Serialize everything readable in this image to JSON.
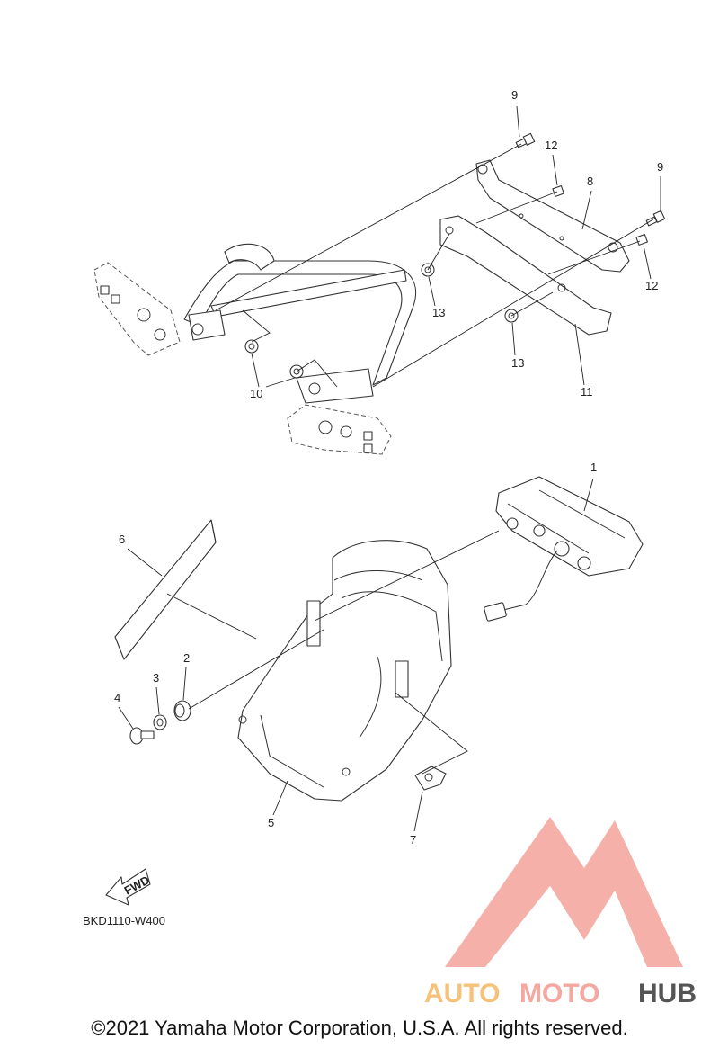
{
  "callouts": {
    "c1": "1",
    "c2": "2",
    "c3": "3",
    "c4": "4",
    "c5": "5",
    "c6": "6",
    "c7": "7",
    "c8": "8",
    "c9a": "9",
    "c9b": "9",
    "c10": "10",
    "c11": "11",
    "c12a": "12",
    "c12b": "12",
    "c13a": "13",
    "c13b": "13"
  },
  "fwd_label": "FWD",
  "diagram_code": "BKD1110-W400",
  "logo": {
    "part1": "AUTO",
    "part2": "MOTO",
    "part3": "HUB",
    "color_primary": "#f4a8a0",
    "color_secondary": "#f6c27a",
    "color_hub": "#555555"
  },
  "copyright": "©2021 Yamaha Motor Corporation, U.S.A. All rights reserved."
}
